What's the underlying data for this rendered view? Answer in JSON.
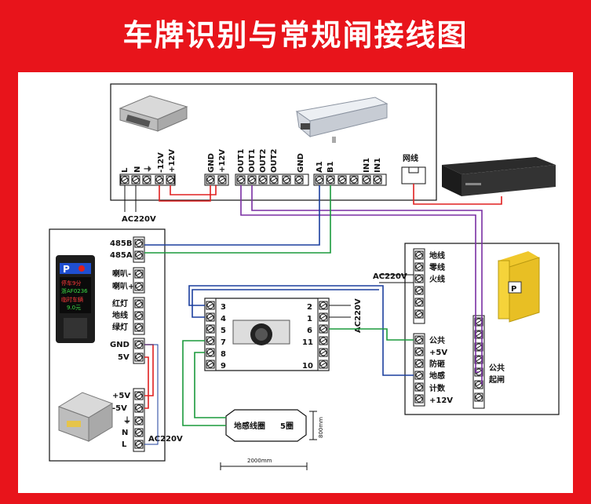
{
  "title": "车牌识别与常规闸接线图",
  "camera_box": {
    "terminals": [
      "L",
      "N",
      "⏚",
      "-12V",
      "+12V",
      "GND",
      "+12V",
      "OUT1",
      "OUT1",
      "OUT2",
      "OUT2",
      "GND",
      "A1",
      "B1",
      "IN1",
      "IN1"
    ],
    "network": "网线",
    "ac": "AC220V"
  },
  "display": {
    "sign_letter": "P",
    "screen_lines": [
      "停车9分",
      "浙AF0236",
      "临时车辆",
      "9.0元"
    ],
    "terminals": [
      "485B",
      "485A",
      "喇叭-",
      "喇叭+",
      "红灯",
      "地线",
      "绿灯",
      "GND",
      "5V",
      "+5V",
      "-5V",
      "⏚",
      "N",
      "L"
    ],
    "ac": "AC220V"
  },
  "detector": {
    "left_pins": [
      "3",
      "4",
      "5",
      "7",
      "8",
      "9"
    ],
    "right_pins": [
      "2",
      "1",
      "6",
      "11",
      "10"
    ],
    "ac": "AC220V"
  },
  "loop": {
    "label": "地感线圈",
    "turns": "5圈",
    "width": "2000mm",
    "height": "800mm"
  },
  "barrier": {
    "ac": "AC220V",
    "terminals_power": [
      "地线",
      "零线",
      "火线"
    ],
    "terminals_control": [
      "公共",
      "+5V",
      "防砸",
      "地感",
      "计数",
      "+12V"
    ],
    "terminals_gate": [
      "公共",
      "起闸"
    ],
    "sign_letter": "P"
  },
  "colors": {
    "red": "#e02020",
    "green": "#1a9a3c",
    "blue": "#1c3f9e",
    "purple": "#7a2fa3",
    "background": "#e8141b"
  }
}
